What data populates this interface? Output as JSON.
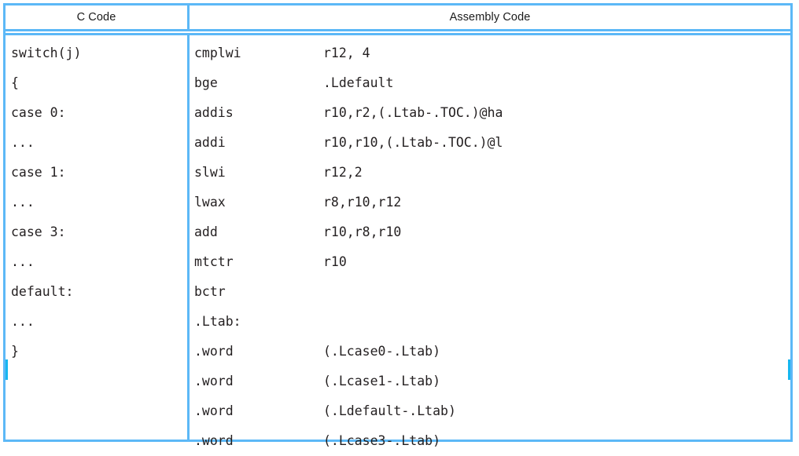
{
  "table": {
    "headers": {
      "c_code": "C Code",
      "assembly_code": "Assembly Code"
    },
    "colors": {
      "border": "#5cb8f7",
      "border_artifact": "#16b6f0",
      "text": "#231f20",
      "header_text": "#1b1b1b",
      "background": "#ffffff"
    },
    "c_code_lines": [
      "switch(j)",
      "{",
      "case 0:",
      "...",
      "case 1:",
      "...",
      "case 3:",
      "...",
      "default:",
      "...",
      "}"
    ],
    "assembly_lines": [
      {
        "mnemonic": "cmplwi",
        "operand": "r12, 4"
      },
      {
        "mnemonic": "bge",
        "operand": ".Ldefault"
      },
      {
        "mnemonic": "addis",
        "operand": "r10,r2,(.Ltab-.TOC.)@ha"
      },
      {
        "mnemonic": "addi",
        "operand": "r10,r10,(.Ltab-.TOC.)@l"
      },
      {
        "mnemonic": "slwi",
        "operand": "r12,2"
      },
      {
        "mnemonic": "lwax",
        "operand": "r8,r10,r12"
      },
      {
        "mnemonic": "add",
        "operand": "r10,r8,r10"
      },
      {
        "mnemonic": "mtctr",
        "operand": "r10"
      },
      {
        "mnemonic": "bctr",
        "operand": ""
      },
      {
        "mnemonic": ".Ltab:",
        "operand": ""
      },
      {
        "mnemonic": ".word",
        "operand": "(.Lcase0-.Ltab)"
      },
      {
        "mnemonic": ".word",
        "operand": "(.Lcase1-.Ltab)"
      },
      {
        "mnemonic": ".word",
        "operand": "(.Ldefault-.Ltab)"
      },
      {
        "mnemonic": ".word",
        "operand": "(.Lcase3-.Ltab)"
      }
    ]
  }
}
